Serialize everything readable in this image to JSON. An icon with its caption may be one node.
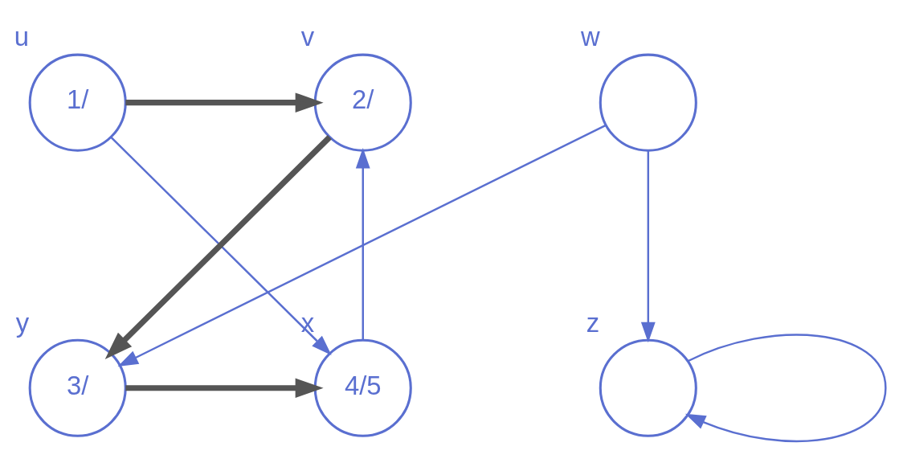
{
  "diagram": {
    "nodes": [
      {
        "text": [
          "1/"
        ],
        "beside": [
          "u"
        ]
      },
      {
        "text": [
          "2/"
        ],
        "beside": [
          "v"
        ]
      },
      {
        "text": [],
        "shape": "circle",
        "beside": [
          "w"
        ]
      },
      {
        "text": [
          "4/5"
        ],
        "beside": [
          "x"
        ]
      },
      {
        "text": [
          "3/"
        ],
        "beside": [
          "y"
        ]
      },
      {
        "text": [],
        "shape": "circle",
        "beside": [
          "z"
        ]
      }
    ],
    "edges": [
      {
        "from": 0,
        "to": 1,
        "arrow": "to",
        "style": "thick",
        "color": "#555555"
      },
      {
        "from": 0,
        "to": 3,
        "arrow": "to"
      },
      {
        "from": 3,
        "to": 1,
        "arrow": "to"
      },
      {
        "from": 1,
        "to": 4,
        "arrow": "to",
        "style": "thick",
        "color": "#555555"
      },
      {
        "from": 2,
        "to": 4,
        "arrow": "to"
      },
      {
        "from": 2,
        "to": 5,
        "arrow": "to"
      },
      {
        "from": 4,
        "to": 3,
        "arrow": "to",
        "style": "thick",
        "color": "#555555"
      },
      {
        "from": 5,
        "to": 5,
        "arrow": "to"
      }
    ]
  }
}
